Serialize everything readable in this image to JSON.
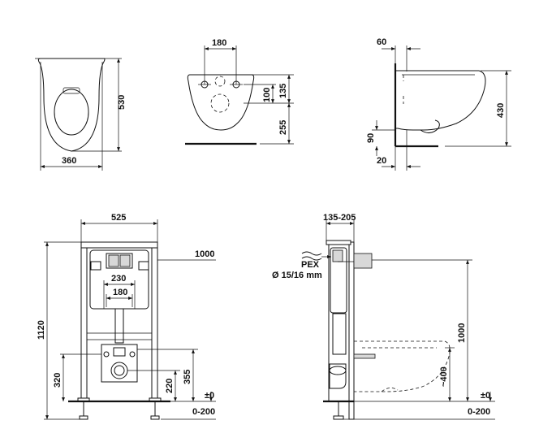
{
  "views": {
    "top_view": {
      "width": "360",
      "depth": "530"
    },
    "rear_view": {
      "hole_spacing": "180",
      "hole_height": "100",
      "top_height": "135",
      "bottom_height": "255"
    },
    "side_view": {
      "top_offset": "60",
      "height": "430",
      "outlet_height": "90",
      "gap": "20"
    },
    "frame_front": {
      "frame_width": "525",
      "frame_height": "1120",
      "plate_height": "1000",
      "inner_width": "230",
      "inner_spacing": "180",
      "support_height": "320",
      "outlet_height": "220",
      "drain_height": "355",
      "floor_level": "±0",
      "floor_range": "0-200"
    },
    "frame_side": {
      "depth_range": "135-205",
      "supply_label": "PEX",
      "pipe_diameter": "Ø 15/16 mm",
      "plate_height": "1000",
      "seat_height": "~400",
      "floor_level": "±0",
      "floor_range": "0-200"
    }
  }
}
